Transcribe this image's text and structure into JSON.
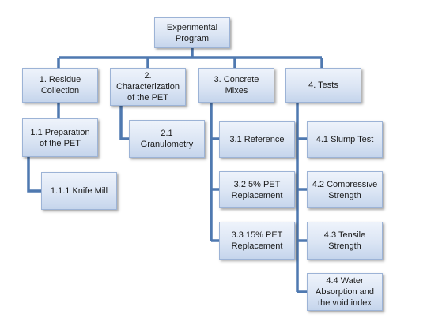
{
  "diagram": {
    "root": "Experimental\nProgram",
    "residue_collection": "1. Residue\nCollection",
    "preparation": "1.1 Preparation\nof the PET",
    "knife_mill": "1.1.1 Knife Mill",
    "characterization": "2.\nCharacterization\nof the PET",
    "granulometry": "2.1\nGranulometry",
    "concrete_mixes": "3. Concrete\nMixes",
    "reference": "3.1 Reference",
    "pet5": "3.2 5% PET\nReplacement",
    "pet15": "3.3 15% PET\nReplacement",
    "tests": "4. Tests",
    "slump": "4.1 Slump Test",
    "compressive": "4.2 Compressive\nStrength",
    "tensile": "4.3 Tensile\nStrength",
    "water": "4.4 Water\nAbsorption and\nthe void index"
  },
  "colors": {
    "connector": "#4f79b0",
    "box_border": "#9cb3d6"
  }
}
